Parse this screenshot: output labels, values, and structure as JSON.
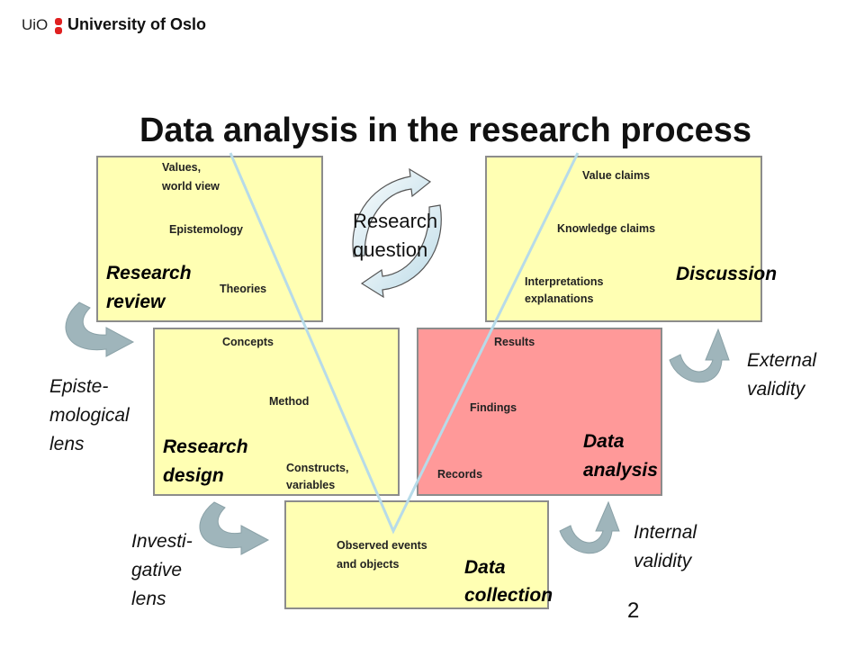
{
  "logo": {
    "short": "UiO",
    "name": "University of Oslo"
  },
  "title": "Data analysis in the research process",
  "center": {
    "label_line1": "Research",
    "label_line2": "question"
  },
  "boxes": {
    "review": {
      "title_line1": "Research",
      "title_line2": "review",
      "items": [
        "Values,",
        "world view",
        "Epistemology",
        "Theories"
      ]
    },
    "design": {
      "title_line1": "Research",
      "title_line2": "design",
      "items": [
        "Concepts",
        "Method",
        "Constructs,",
        "variables"
      ]
    },
    "collection": {
      "title_line1": "Data",
      "title_line2": "collection",
      "items": [
        "Observed events",
        "and objects"
      ]
    },
    "analysis": {
      "title_line1": "Data",
      "title_line2": "analysis",
      "items": [
        "Results",
        "Findings",
        "Records"
      ]
    },
    "discussion": {
      "title": "Discussion",
      "items": [
        "Value claims",
        "Knowledge claims",
        "Interpretations",
        "explanations"
      ]
    }
  },
  "lenses": {
    "epistemological": [
      "Episte-",
      "mological",
      "lens"
    ],
    "investigative": [
      "Investi-",
      "gative",
      "lens"
    ],
    "internal": [
      "Internal",
      "validity"
    ],
    "external": [
      "External",
      "validity"
    ]
  },
  "page_number": "2",
  "colors": {
    "box_yellow": "#ffffb3",
    "box_red": "#ff9999",
    "v_line": "#b7dbe9",
    "arrow_fill": "#9fb5bb",
    "border": "#8c8c8c"
  }
}
